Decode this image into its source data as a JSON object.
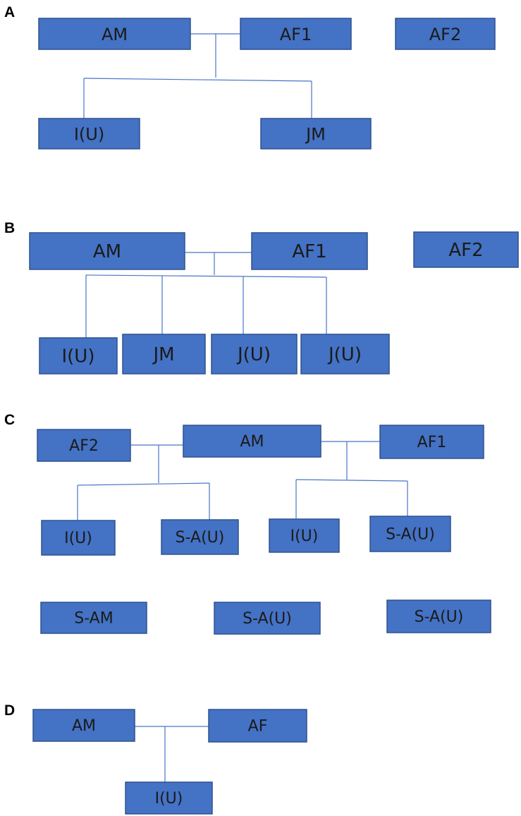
{
  "panels": [
    {
      "label": "A",
      "nodes": [
        {
          "id": "AM",
          "text": "AM"
        },
        {
          "id": "AF1",
          "text": "AF1"
        },
        {
          "id": "AF2",
          "text": "AF2"
        },
        {
          "id": "IU",
          "text": "I(U)"
        },
        {
          "id": "JM",
          "text": "JM"
        }
      ],
      "edges": [
        {
          "from": [
            "AM",
            "AF1"
          ],
          "to": [
            "IU",
            "JM"
          ]
        }
      ]
    },
    {
      "label": "B",
      "nodes": [
        {
          "id": "AM",
          "text": "AM"
        },
        {
          "id": "AF1",
          "text": "AF1"
        },
        {
          "id": "AF2",
          "text": "AF2"
        },
        {
          "id": "IU",
          "text": "I(U)"
        },
        {
          "id": "JM",
          "text": "JM"
        },
        {
          "id": "JU1",
          "text": "J(U)"
        },
        {
          "id": "JU2",
          "text": "J(U)"
        }
      ],
      "edges": [
        {
          "from": [
            "AM",
            "AF1"
          ],
          "to": [
            "IU",
            "JM",
            "JU1",
            "JU2"
          ]
        }
      ]
    },
    {
      "label": "C",
      "nodes": [
        {
          "id": "AF2",
          "text": "AF2"
        },
        {
          "id": "AM",
          "text": "AM"
        },
        {
          "id": "AF1",
          "text": "AF1"
        },
        {
          "id": "IU1",
          "text": "I(U)"
        },
        {
          "id": "SAU1",
          "text": "S-A(U)"
        },
        {
          "id": "IU2",
          "text": "I(U)"
        },
        {
          "id": "SAU2",
          "text": "S-A(U)"
        },
        {
          "id": "SAM",
          "text": "S-AM"
        },
        {
          "id": "SAU3",
          "text": "S-A(U)"
        },
        {
          "id": "SAU4",
          "text": "S-A(U)"
        }
      ],
      "edges": [
        {
          "from": [
            "AF2",
            "AM"
          ],
          "to": [
            "IU1",
            "SAU1"
          ]
        },
        {
          "from": [
            "AM",
            "AF1"
          ],
          "to": [
            "IU2",
            "SAU2"
          ]
        }
      ]
    },
    {
      "label": "D",
      "nodes": [
        {
          "id": "AM",
          "text": "AM"
        },
        {
          "id": "AF",
          "text": "AF"
        },
        {
          "id": "IU",
          "text": "I(U)"
        }
      ],
      "edges": [
        {
          "from": [
            "AM",
            "AF"
          ],
          "to": [
            "IU"
          ]
        }
      ]
    }
  ]
}
